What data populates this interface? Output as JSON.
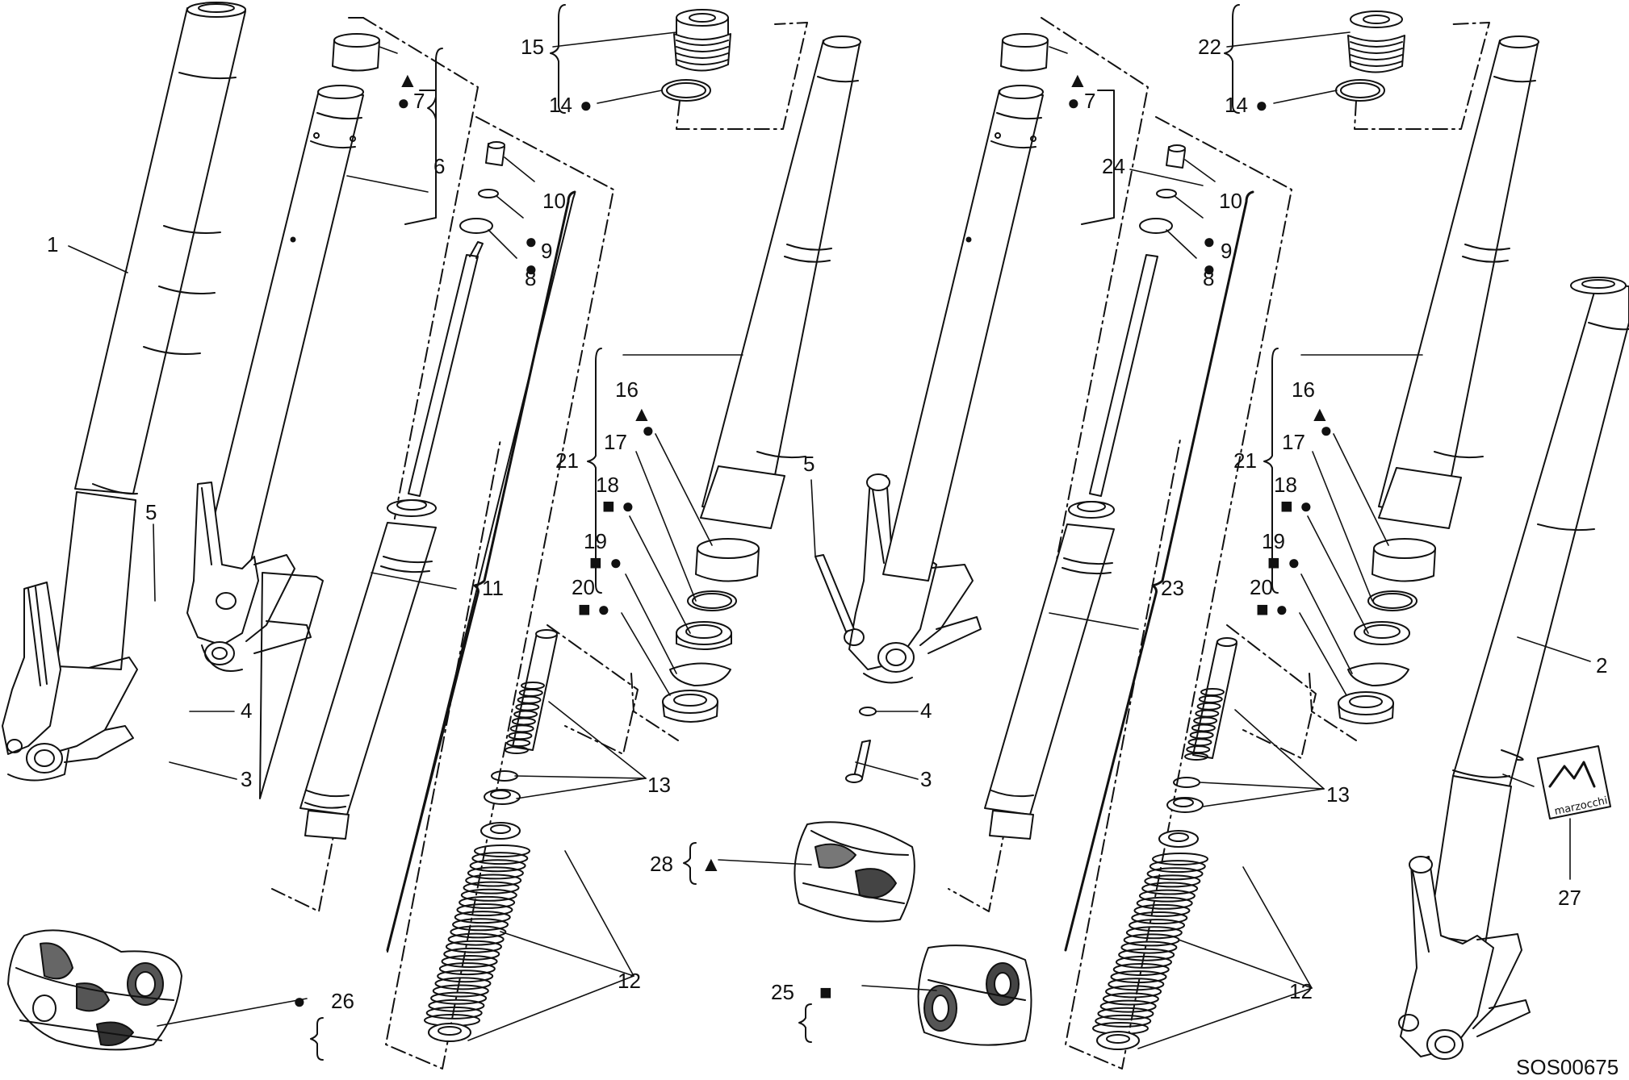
{
  "diagram": {
    "drawing_code": "SOS00675",
    "callouts": [
      {
        "id": "c1",
        "text": "1"
      },
      {
        "id": "c2",
        "text": "2"
      },
      {
        "id": "c3a",
        "text": "3"
      },
      {
        "id": "c3b",
        "text": "3"
      },
      {
        "id": "c4a",
        "text": "4"
      },
      {
        "id": "c4b",
        "text": "4"
      },
      {
        "id": "c5a",
        "text": "5"
      },
      {
        "id": "c5b",
        "text": "5"
      },
      {
        "id": "c6",
        "text": "6"
      },
      {
        "id": "c7a",
        "text": "7"
      },
      {
        "id": "c7b",
        "text": "7"
      },
      {
        "id": "c8a",
        "text": "8"
      },
      {
        "id": "c8b",
        "text": "8"
      },
      {
        "id": "c9a",
        "text": "9"
      },
      {
        "id": "c9b",
        "text": "9"
      },
      {
        "id": "c10a",
        "text": "10"
      },
      {
        "id": "c10b",
        "text": "10"
      },
      {
        "id": "c11",
        "text": "11"
      },
      {
        "id": "c12a",
        "text": "12"
      },
      {
        "id": "c12b",
        "text": "12"
      },
      {
        "id": "c13a",
        "text": "13"
      },
      {
        "id": "c13b",
        "text": "13"
      },
      {
        "id": "c14a",
        "text": "14"
      },
      {
        "id": "c14b",
        "text": "14"
      },
      {
        "id": "c15",
        "text": "15"
      },
      {
        "id": "c16a",
        "text": "16"
      },
      {
        "id": "c16b",
        "text": "16"
      },
      {
        "id": "c17a",
        "text": "17"
      },
      {
        "id": "c17b",
        "text": "17"
      },
      {
        "id": "c18a",
        "text": "18"
      },
      {
        "id": "c18b",
        "text": "18"
      },
      {
        "id": "c19a",
        "text": "19"
      },
      {
        "id": "c19b",
        "text": "19"
      },
      {
        "id": "c20a",
        "text": "20"
      },
      {
        "id": "c20b",
        "text": "20"
      },
      {
        "id": "c21a",
        "text": "21"
      },
      {
        "id": "c21b",
        "text": "21"
      },
      {
        "id": "c22",
        "text": "22"
      },
      {
        "id": "c23",
        "text": "23"
      },
      {
        "id": "c24",
        "text": "24"
      },
      {
        "id": "c25",
        "text": "25"
      },
      {
        "id": "c26",
        "text": "26"
      },
      {
        "id": "c27",
        "text": "27"
      },
      {
        "id": "c28",
        "text": "28"
      }
    ],
    "decal_text": "marzocchi",
    "symbols": {
      "triangle": "▲",
      "circle": "●",
      "square": "■"
    }
  }
}
